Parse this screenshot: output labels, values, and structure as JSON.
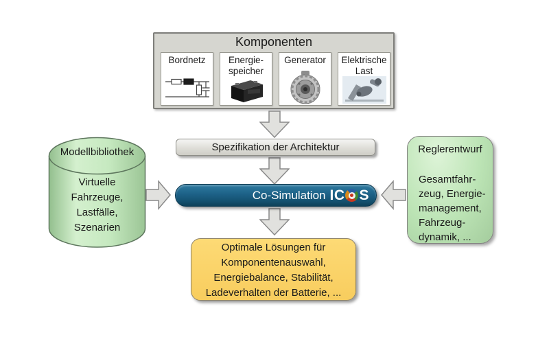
{
  "komponenten": {
    "title": "Komponenten",
    "items": [
      {
        "label": "Bordnetz",
        "icon": "circuit-diagram-image"
      },
      {
        "label": "Energie-\nspeicher",
        "icon": "battery-image"
      },
      {
        "label": "Generator",
        "icon": "alternator-image"
      },
      {
        "label": "Elektrische\nLast",
        "icon": "electric-load-image"
      }
    ]
  },
  "spezifikation": {
    "label": "Spezifikation der Architektur"
  },
  "cosimulation": {
    "label": "Co-Simulation",
    "logo_prefix": "IC",
    "logo_suffix": "S",
    "logo_icon": "icos-ring-logo"
  },
  "modellbibliothek": {
    "title": "Modellbibliothek",
    "body": "Virtuelle\nFahrzeuge,\nLastfälle,\nSzenarien"
  },
  "reglerentwurf": {
    "title": "Reglerentwurf",
    "body": "Gesamtfahr-\nzeug, Energie-\nmanagement,\nFahrzeug-\ndynamik, ..."
  },
  "ergebnis": {
    "body": "Optimale Lösungen für\nKomponentenauswahl,\nEnergiebalance, Stabilität,\nLadeverhalten der Batterie, ..."
  },
  "colors": {
    "pill_blue": "#1d6187",
    "panel_gray": "#d6d6d0",
    "box_green": "#bce4b5",
    "box_yellow": "#fbd46d",
    "arrow_gray": "#e1e1de"
  }
}
